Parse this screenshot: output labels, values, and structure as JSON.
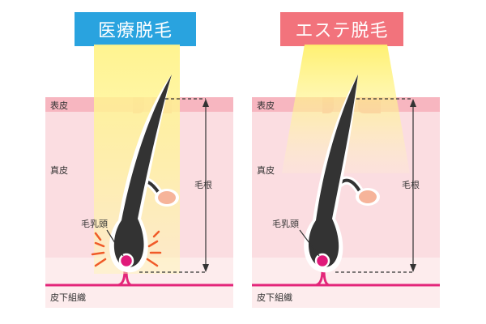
{
  "panels": [
    {
      "title": "医療脱毛",
      "title_color": "#29a3df",
      "labels": {
        "epidermis": "表皮",
        "dermis": "真皮",
        "hair_root": "毛根",
        "dermal_papilla": "毛乳頭",
        "subcutaneous": "皮下組織"
      }
    },
    {
      "title": "エステ脱毛",
      "title_color": "#f2737c",
      "labels": {
        "epidermis": "表皮",
        "dermis": "真皮",
        "hair_root": "毛根",
        "dermal_papilla": "毛乳頭",
        "subcutaneous": "皮下組織"
      }
    }
  ],
  "colors": {
    "epidermis": "#f7b6c0",
    "dermis": "#fbdde1",
    "subcutaneous": "#fdeced",
    "vessel": "#e3267a",
    "hair": "#333333",
    "light": "#fff59a",
    "gland": "#f6b49a",
    "papilla": "#e0197a",
    "burst": "#f05a28"
  }
}
